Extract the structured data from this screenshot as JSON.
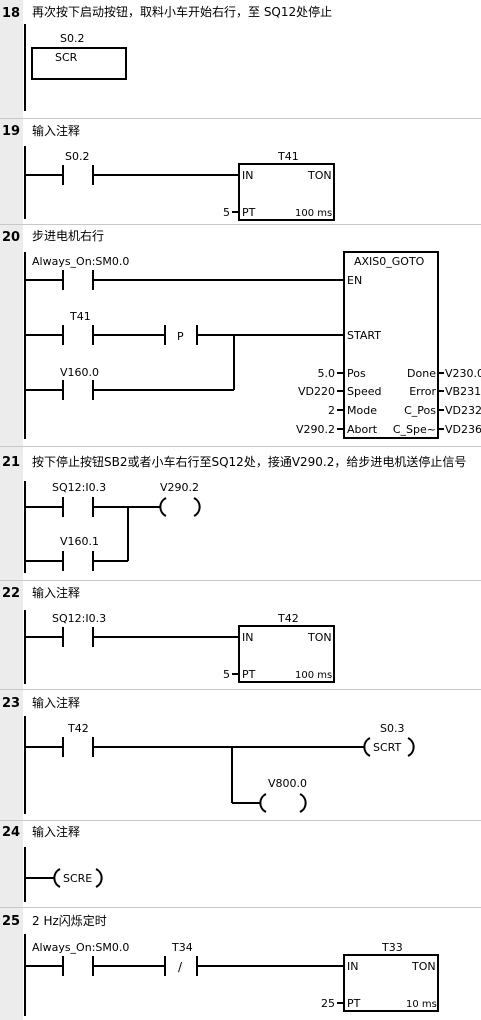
{
  "networks": [
    {
      "number": "18",
      "comment": "再次按下启动按钮，取料小车开始右行，至 SQ12处停止",
      "elements": [
        {
          "kind": "scr_box",
          "address": "S0.2",
          "label": "SCR"
        }
      ]
    },
    {
      "number": "19",
      "comment": "输入注释",
      "elements": [
        {
          "kind": "contact_no",
          "address": "S0.2"
        },
        {
          "kind": "timer",
          "name": "T41",
          "input": "IN",
          "type": "TON",
          "pt_label": "PT",
          "pt_value": "5",
          "base": "100 ms"
        }
      ]
    },
    {
      "number": "20",
      "comment": "步进电机右行",
      "elements": [
        {
          "kind": "contact_no",
          "address": "Always_On:SM0.0"
        },
        {
          "kind": "contact_no",
          "address": "T41"
        },
        {
          "kind": "contact_p",
          "symbol": "P"
        },
        {
          "kind": "contact_no",
          "address": "V160.0"
        },
        {
          "kind": "function_block",
          "name": "AXIS0_GOTO",
          "enable": "EN",
          "start": "START",
          "inputs": [
            {
              "pin": "Pos",
              "value": "5.0"
            },
            {
              "pin": "Speed",
              "value": "VD220"
            },
            {
              "pin": "Mode",
              "value": "2"
            },
            {
              "pin": "Abort",
              "value": "V290.2"
            }
          ],
          "outputs": [
            {
              "pin": "Done",
              "value": "V230.0"
            },
            {
              "pin": "Error",
              "value": "VB231"
            },
            {
              "pin": "C_Pos",
              "value": "VD232"
            },
            {
              "pin": "C_Spe~",
              "value": "VD236"
            }
          ]
        }
      ]
    },
    {
      "number": "21",
      "comment": "按下停止按钮SB2或者小车右行至SQ12处，接通V290.2，给步进电机送停止信号",
      "elements": [
        {
          "kind": "contact_no",
          "address": "SQ12:I0.3"
        },
        {
          "kind": "coil",
          "address": "V290.2"
        },
        {
          "kind": "contact_no",
          "address": "V160.1"
        }
      ]
    },
    {
      "number": "22",
      "comment": "输入注释",
      "elements": [
        {
          "kind": "contact_no",
          "address": "SQ12:I0.3"
        },
        {
          "kind": "timer",
          "name": "T42",
          "input": "IN",
          "type": "TON",
          "pt_label": "PT",
          "pt_value": "5",
          "base": "100 ms"
        }
      ]
    },
    {
      "number": "23",
      "comment": "输入注释",
      "elements": [
        {
          "kind": "contact_no",
          "address": "T42"
        },
        {
          "kind": "coil_scrt",
          "address": "S0.3",
          "label": "SCRT"
        },
        {
          "kind": "coil",
          "address": "V800.0"
        }
      ]
    },
    {
      "number": "24",
      "comment": "输入注释",
      "elements": [
        {
          "kind": "coil_scre",
          "label": "SCRE"
        }
      ]
    },
    {
      "number": "25",
      "comment": "2 Hz闪烁定时",
      "elements": [
        {
          "kind": "contact_no",
          "address": "Always_On:SM0.0"
        },
        {
          "kind": "contact_nc",
          "address": "T34",
          "symbol": "/"
        },
        {
          "kind": "timer",
          "name": "T33",
          "input": "IN",
          "type": "TON",
          "pt_label": "PT",
          "pt_value": "25",
          "base": "10 ms"
        }
      ]
    }
  ]
}
